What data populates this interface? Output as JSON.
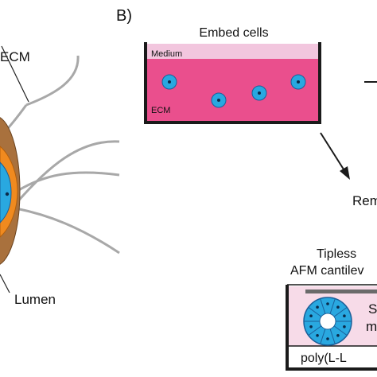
{
  "panel_a": {
    "labels": {
      "ecm": "ECM",
      "lumen": "Lumen"
    }
  },
  "panel_b": {
    "panel_label": "B)",
    "step1": {
      "title": "Embed cells",
      "medium_label": "Medium",
      "ecm_label": "ECM",
      "cell_count": 4
    },
    "step2": {
      "title_partial": "Rem"
    },
    "step3": {
      "title_line1": "Tipless",
      "title_line2": "AFM cantilev",
      "chamber_text_line1": "S",
      "chamber_text_line2": "m",
      "substrate_label": "poly(L-L"
    }
  },
  "colors": {
    "medium": "#f2c6de",
    "ecm": "#ea4f8d",
    "cell_fill": "#29a8e0",
    "cell_stroke": "#1a5f99",
    "organoid_outer": "#a9713d",
    "organoid_orange": "#f08a1f",
    "organoid_blue": "#29a8e0",
    "fiber": "#a8a8a8",
    "chamber_fill": "#f7dbe8",
    "cantilever": "#6a6a6a"
  }
}
